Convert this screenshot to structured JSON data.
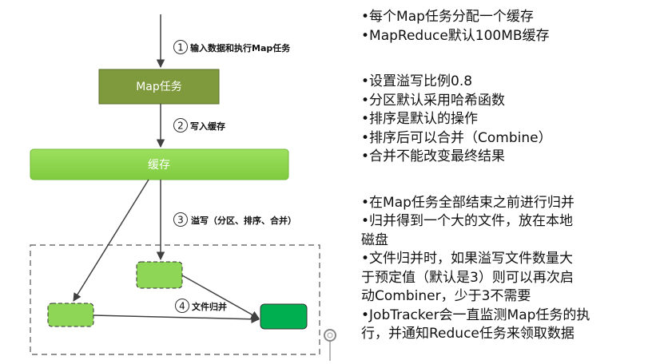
{
  "diagram": {
    "steps": [
      {
        "num": "1",
        "label": "输入数据和执行Map任务"
      },
      {
        "num": "2",
        "label": "写入缓存"
      },
      {
        "num": "3",
        "label": "溢写（分区、排序、合并）"
      },
      {
        "num": "4",
        "label": "文件归并"
      }
    ],
    "map_task_label": "Map任务",
    "buffer_label": "缓存",
    "colors": {
      "map_task_fill": "#7f9a3c",
      "buffer_fill": "#8bd44a",
      "spill_file_fill": "#8ed655",
      "merged_file_fill": "#00b050",
      "arrow": "#404040",
      "dashed_border": "#555555"
    }
  },
  "notes": {
    "group1": [
      "•每个Map任务分配一个缓存",
      "•MapReduce默认100MB缓存"
    ],
    "group2": [
      "•设置溢写比例0.8",
      "•分区默认采用哈希函数",
      "•排序是默认的操作",
      "•排序后可以合并（Combine）",
      "•合并不能改变最终结果"
    ],
    "group3": [
      "•在Map任务全部结束之前进行归并",
      "•归并得到一个大的文件，放在本地",
      "磁盘",
      "•文件归并时，如果溢写文件数量大",
      "于预定值（默认是3）则可以再次启",
      "动Combiner，少于3不需要",
      "•JobTracker会一直监测Map任务的执",
      "行，并通知Reduce任务来领取数据"
    ]
  }
}
